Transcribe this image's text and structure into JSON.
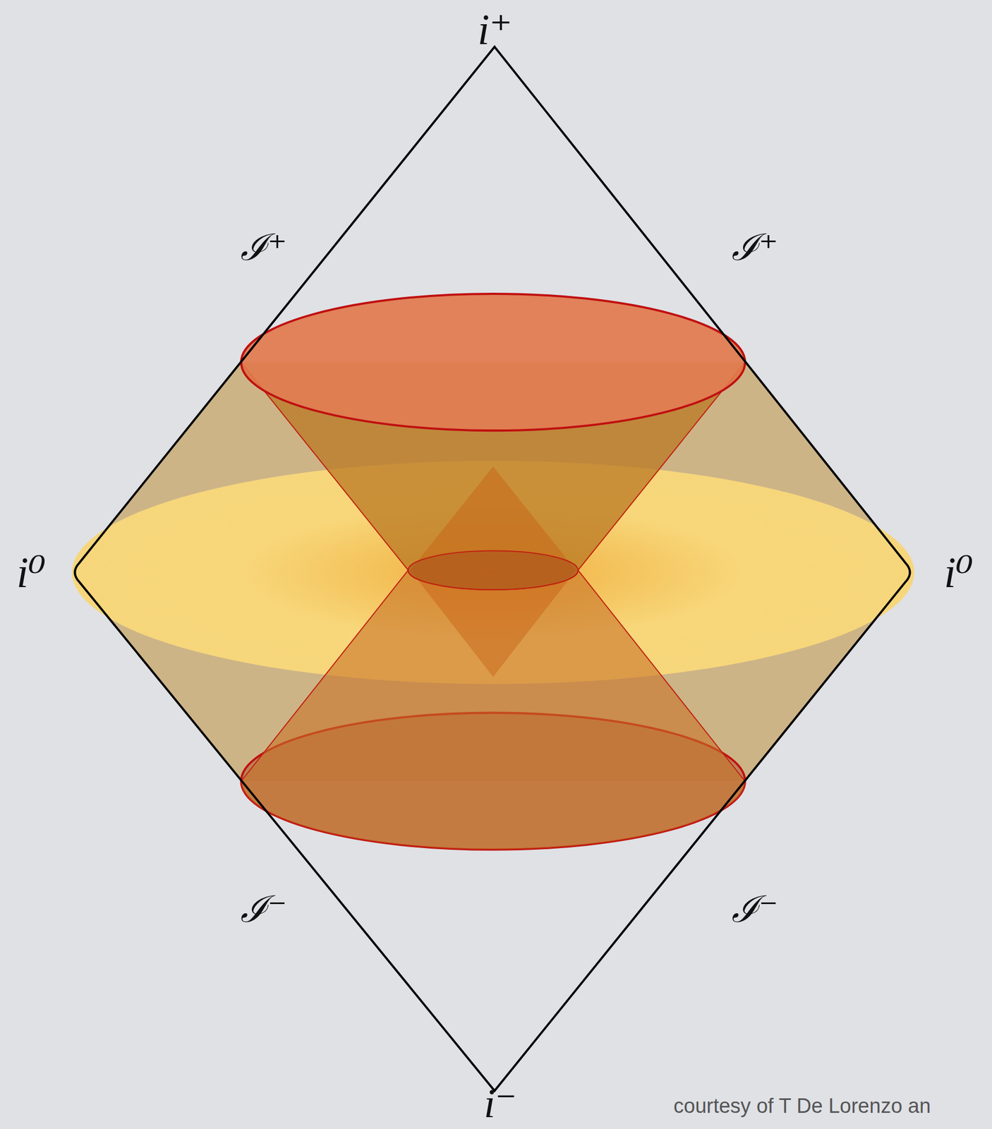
{
  "diagram": {
    "labels": [
      "i⁺",
      "ℐ⁺",
      "ℐ⁺",
      "i⁰",
      "i⁰",
      "ℐ⁻",
      "ℐ⁻",
      "i⁻",
      "courtesy of T De Lorenzo an"
    ]
  }
}
